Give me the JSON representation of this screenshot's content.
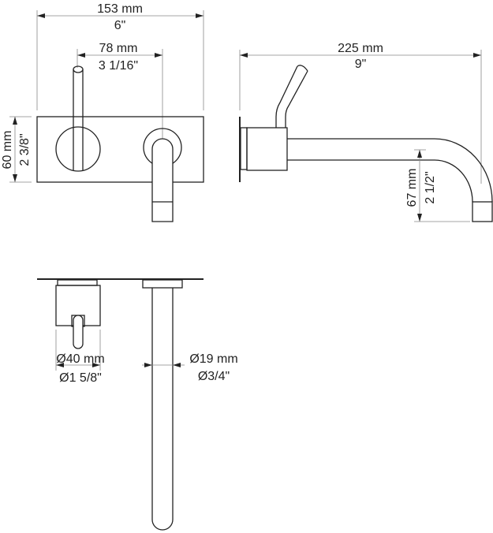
{
  "front_view": {
    "width_mm": "153 mm",
    "width_in": "6\"",
    "spacing_mm": "78 mm",
    "spacing_in": "3 1/16\"",
    "height_mm": "60 mm",
    "height_in": "2 3/8\""
  },
  "side_view": {
    "projection_mm": "225 mm",
    "projection_in": "9\"",
    "spout_height_mm": "67 mm",
    "spout_height_in": "2 1/2\""
  },
  "top_view": {
    "handle_diameter_mm": "Ø40 mm",
    "handle_diameter_in": "Ø1 5/8\"",
    "spout_diameter_mm": "Ø19 mm",
    "spout_diameter_in": "Ø3/4\""
  }
}
